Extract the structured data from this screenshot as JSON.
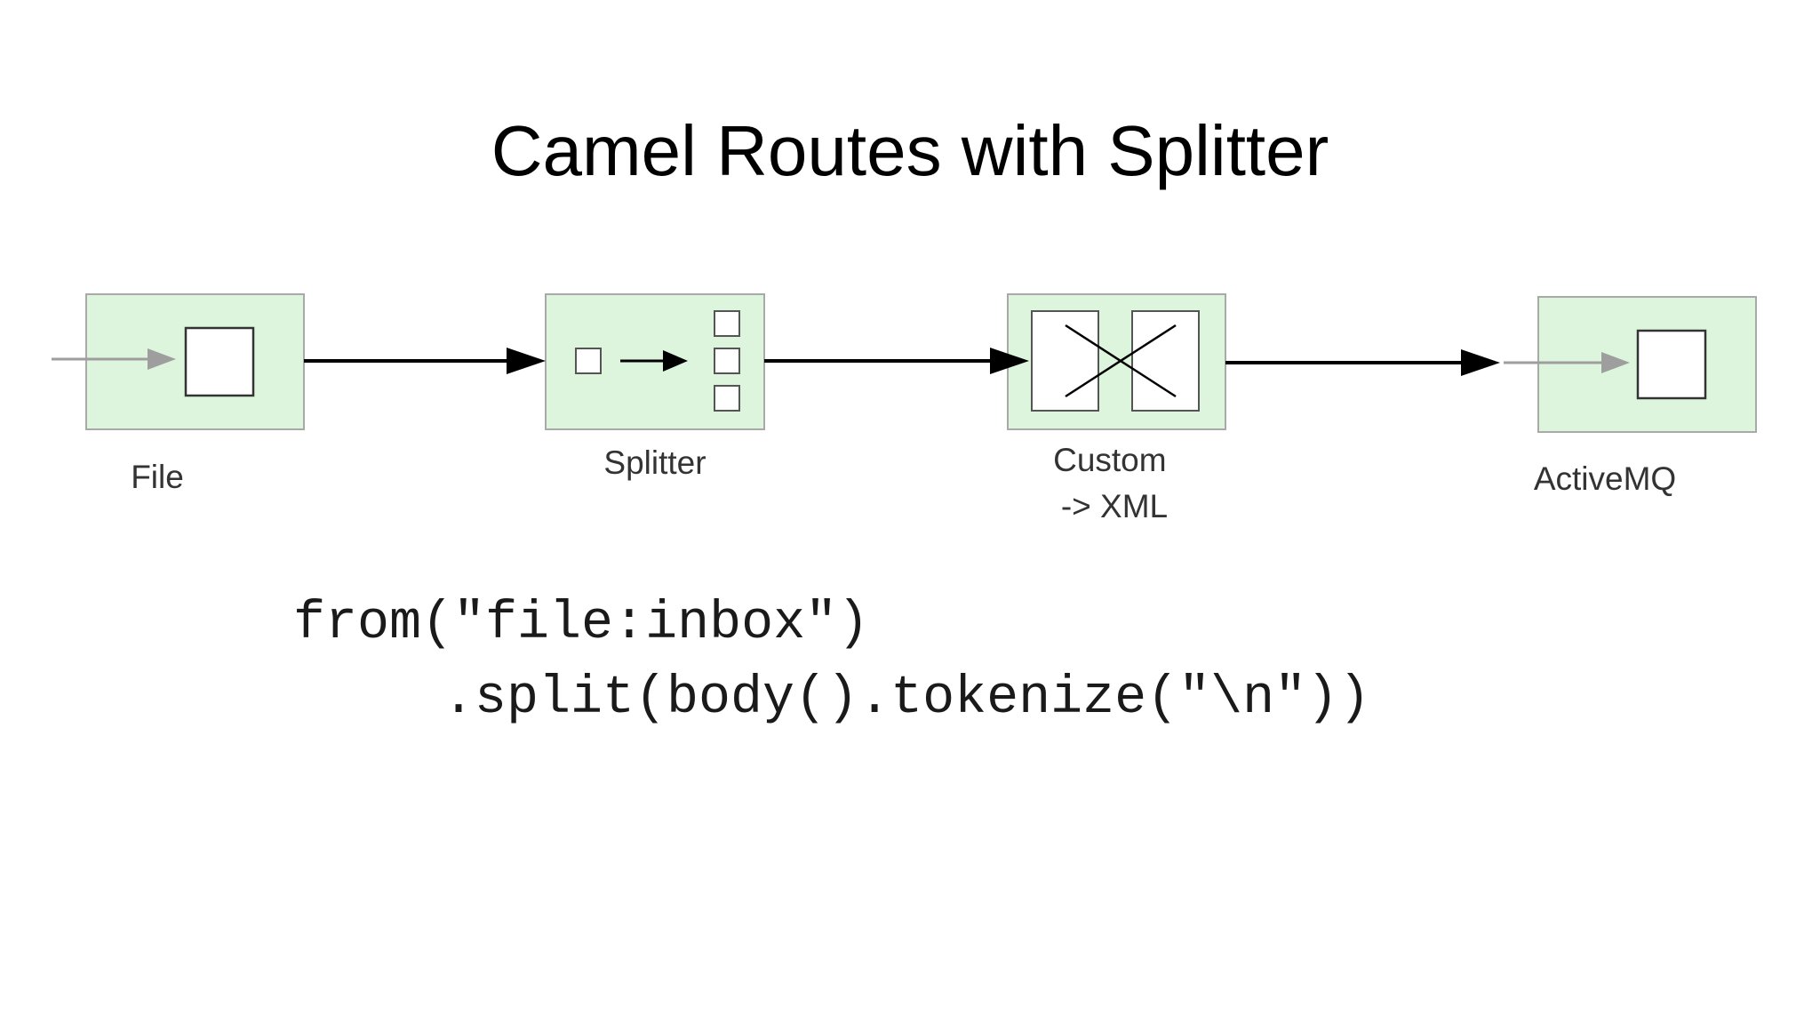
{
  "slide": {
    "title": "Camel Routes with Splitter"
  },
  "diagram": {
    "colors": {
      "node_fill": "#dcf5dc",
      "node_stroke": "#a9a9a9",
      "arrow": "#000000",
      "input_arrow": "#9e9e9e"
    },
    "nodes": [
      {
        "id": "file",
        "label_lines": [
          "File"
        ],
        "icon": "endpoint-square-icon"
      },
      {
        "id": "splitter",
        "label_lines": [
          "Splitter"
        ],
        "icon": "splitter-icon"
      },
      {
        "id": "custom",
        "label_lines": [
          "Custom",
          "-> XML"
        ],
        "icon": "message-translator-icon"
      },
      {
        "id": "activemq",
        "label_lines": [
          "ActiveMQ"
        ],
        "icon": "endpoint-square-icon"
      }
    ]
  },
  "code": {
    "line1": "from(\"file:inbox\")",
    "line2": ".split(body().tokenize(\"\\n\"))"
  }
}
